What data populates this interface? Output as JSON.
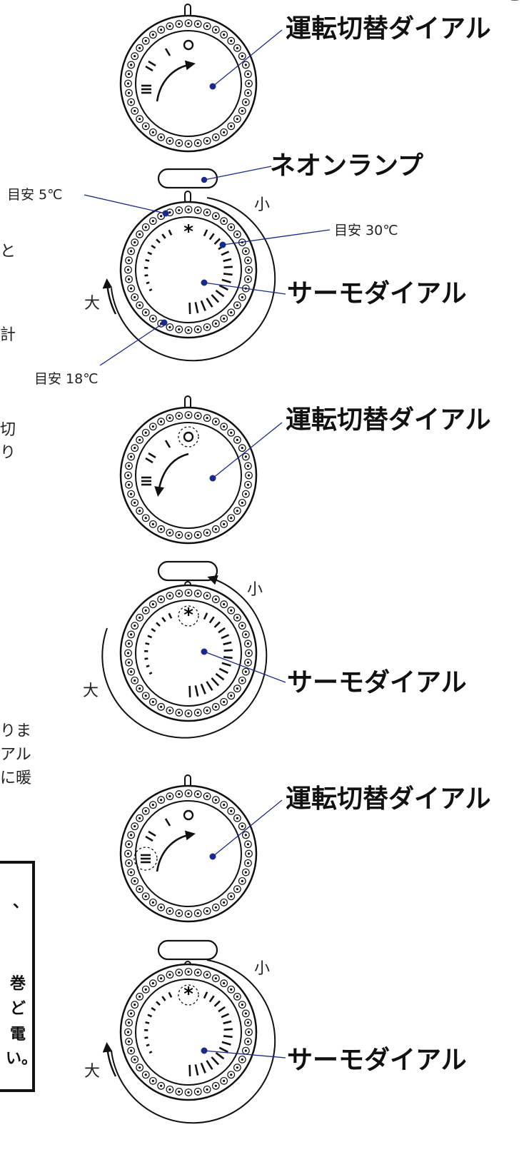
{
  "labels": {
    "switch_dial": "運転切替ダイアル",
    "neon_lamp": "ネオンランプ",
    "thermo_dial": "サーモダイアル",
    "guide_5": "目安 5℃",
    "guide_30": "目安 30℃",
    "guide_18": "目安 18℃",
    "small": "小",
    "large": "大"
  },
  "switch_marks": {
    "off": "O",
    "one": "I",
    "two": "II",
    "three": "III"
  },
  "thermo_marks": {
    "frost": "*"
  },
  "cropped_text": {
    "t1": "と",
    "t2": "計",
    "t3": "切",
    "t4": "り",
    "t5": "りま",
    "t6": "アル",
    "t7": "に暖",
    "box1": "、",
    "box2": "巻",
    "box3": "ど",
    "box4": "電",
    "box5": "い。"
  },
  "colors": {
    "leader": "#1a2a8c",
    "ink": "#111111"
  }
}
